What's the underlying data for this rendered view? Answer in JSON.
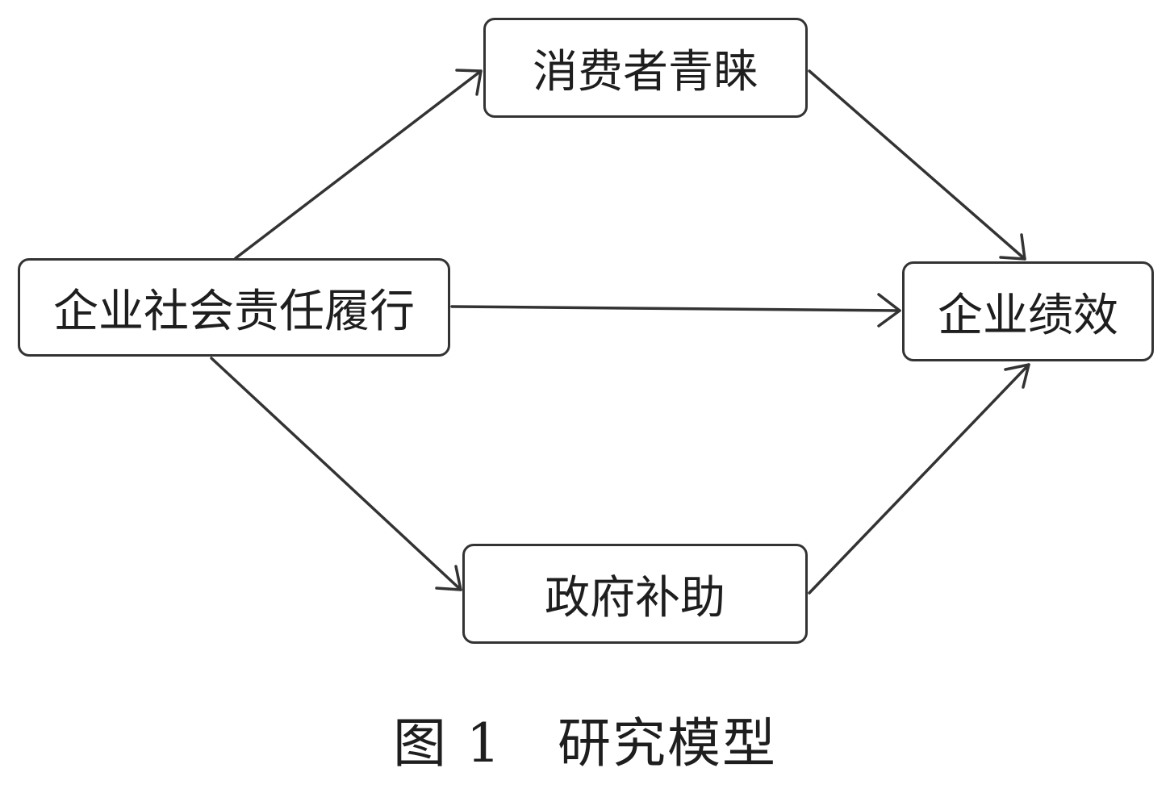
{
  "nodes": {
    "csr": "企业社会责任履行",
    "consumer_preference": "消费者青睐",
    "firm_performance": "企业绩效",
    "gov_subsidy": "政府补助"
  },
  "edges": [
    {
      "from": "企业社会责任履行",
      "to": "消费者青睐"
    },
    {
      "from": "消费者青睐",
      "to": "企业绩效"
    },
    {
      "from": "企业社会责任履行",
      "to": "企业绩效"
    },
    {
      "from": "企业社会责任履行",
      "to": "政府补助"
    },
    {
      "from": "政府补助",
      "to": "企业绩效"
    }
  ],
  "caption": {
    "label": "图 1",
    "title": "研究模型"
  }
}
